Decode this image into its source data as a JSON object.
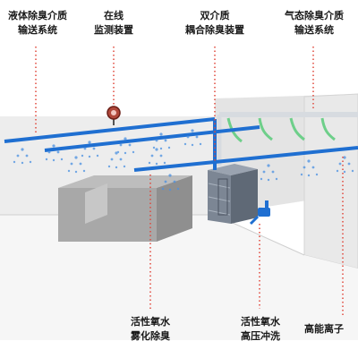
{
  "labels": {
    "liquid_delivery": [
      "液体除臭介质",
      "输送系统"
    ],
    "online_monitor": [
      "在线",
      "监测装置"
    ],
    "dual_medium": [
      "双介质",
      "耦合除臭装置"
    ],
    "gas_delivery": [
      "气态除臭介质",
      "输送系统"
    ],
    "atomized": [
      "活性氧水",
      "雾化除臭"
    ],
    "high_pressure": [
      "活性氧水",
      "高压冲洗"
    ],
    "ion": [
      "高能离子"
    ]
  },
  "colors": {
    "pipe": "#1f6fd1",
    "spray": "#4a90e2",
    "green_pipe": "#6ecf8a",
    "leader": "#e0473a",
    "wall": "#ececec",
    "floor": "#f7f7f7",
    "box": "#9a9a9a"
  },
  "icons": [
    "monitor-sensor-icon",
    "spray-nozzle-icon",
    "water-gun-icon"
  ]
}
